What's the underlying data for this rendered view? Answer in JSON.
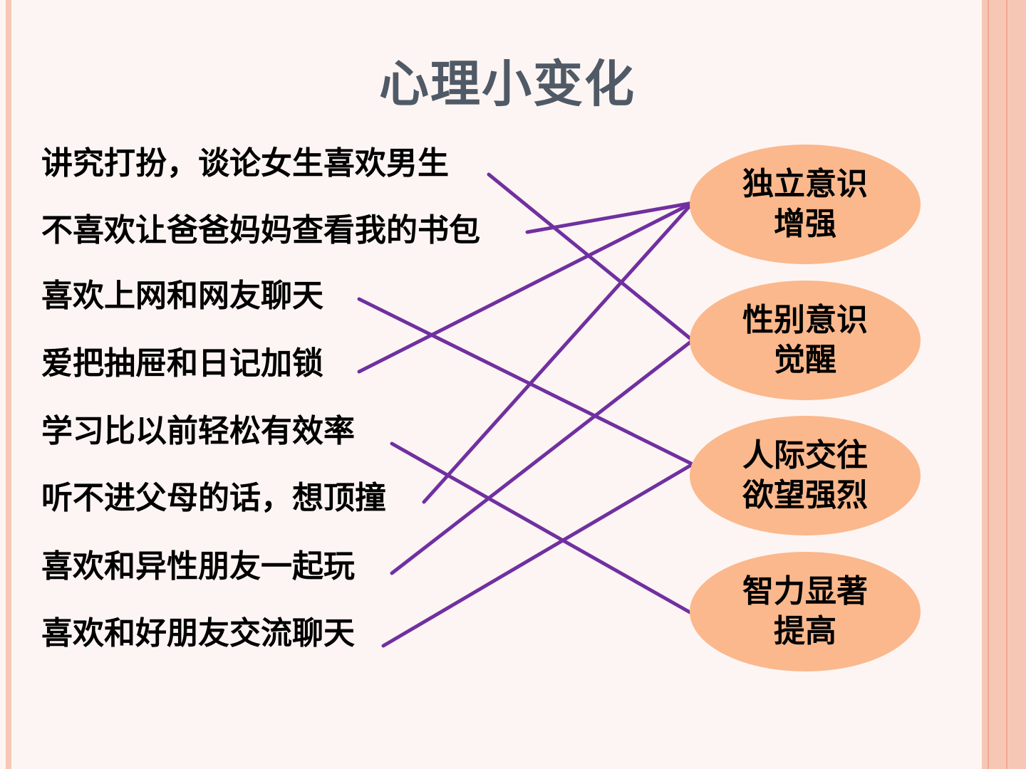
{
  "title": "心理小变化",
  "left_items": [
    "讲究打扮，谈论女生喜欢男生",
    "不喜欢让爸爸妈妈查看我的书包",
    "喜欢上网和网友聊天",
    "爱把抽屉和日记加锁",
    "学习比以前轻松有效率",
    "听不进父母的话，想顶撞",
    "喜欢和异性朋友一起玩",
    "喜欢和好朋友交流聊天"
  ],
  "categories": [
    {
      "line1": "独立意识",
      "line2": "增强"
    },
    {
      "line1": "性别意识",
      "line2": "觉醒"
    },
    {
      "line1": "人际交往",
      "line2": "欲望强烈"
    },
    {
      "line1": "智力显著",
      "line2": "提高"
    }
  ],
  "connections": [
    {
      "from": 0,
      "to": 1
    },
    {
      "from": 1,
      "to": 0
    },
    {
      "from": 2,
      "to": 2
    },
    {
      "from": 3,
      "to": 0
    },
    {
      "from": 4,
      "to": 3
    },
    {
      "from": 5,
      "to": 0
    },
    {
      "from": 6,
      "to": 1
    },
    {
      "from": 7,
      "to": 2
    }
  ],
  "colors": {
    "background": "#fdf5f3",
    "border": "#f7c7b5",
    "title": "#505a66",
    "oval_fill": "#fbb88c",
    "link_line": "#7030a0"
  }
}
